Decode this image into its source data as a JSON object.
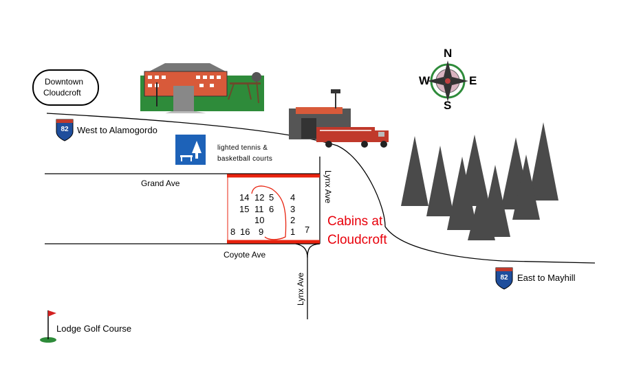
{
  "labels": {
    "downtown": "Downtown",
    "cloudcroft": "Cloudcroft",
    "west": "West to Alamogordo",
    "east": "East to Mayhill",
    "grand_ave": "Grand Ave",
    "coyote_ave": "Coyote Ave",
    "lynx_ave_top": "Lynx Ave",
    "lynx_ave_bottom": "Lynx Ave",
    "tennis_line1": "lighted tennis &",
    "tennis_line2": "basketball courts",
    "golf": "Lodge Golf Course",
    "cabins_line1": "Cabins at",
    "cabins_line2": "Cloudcroft"
  },
  "route_shield": {
    "west_number": "82",
    "east_number": "82"
  },
  "compass": {
    "n": "N",
    "s": "S",
    "e": "E",
    "w": "W"
  },
  "cabin_numbers": {
    "n14": "14",
    "n12": "12",
    "n5": "5",
    "n4": "4",
    "n15": "15",
    "n11": "11",
    "n6": "6",
    "n3": "3",
    "n10": "10",
    "n2": "2",
    "n8": "8",
    "n16": "16",
    "n9": "9",
    "n1": "1",
    "n7": "7"
  },
  "colors": {
    "cabin_border": "#e8230f",
    "cabins_label": "#e8000b",
    "shield_blue": "#1f4e9c",
    "building_red": "#d85a3a",
    "grass_green": "#2e8b3a",
    "tree_dark": "#4a4a4a",
    "tennis_blue": "#1d62b8"
  }
}
